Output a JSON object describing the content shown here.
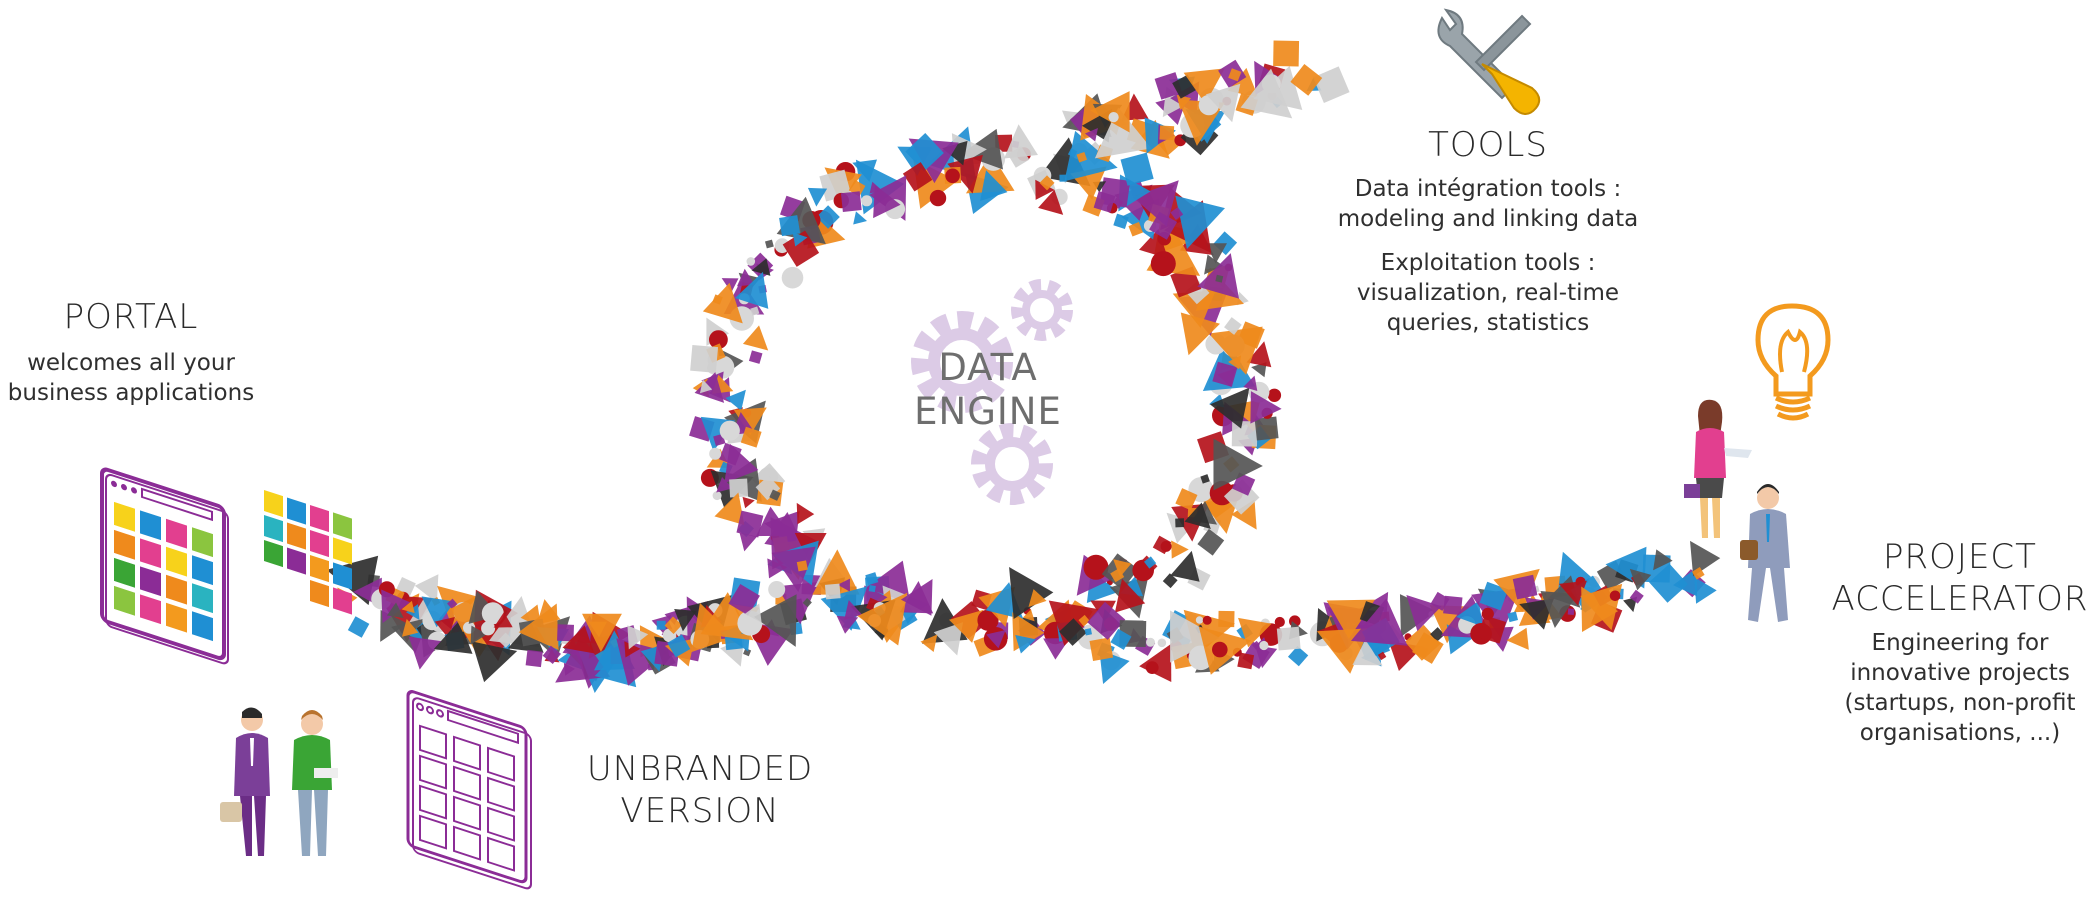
{
  "portal": {
    "title": "PORTAL",
    "description": [
      "welcomes all your",
      "business applications"
    ]
  },
  "unbranded": {
    "title": [
      "UNBRANDED",
      "VERSION"
    ]
  },
  "data_engine": {
    "title": [
      "DATA",
      "ENGINE"
    ]
  },
  "tools": {
    "title": "TOOLS",
    "integration": [
      "Data intégration tools :",
      "modeling and linking data"
    ],
    "exploitation": [
      "Exploitation tools :",
      "visualization, real-time",
      "queries, statistics"
    ]
  },
  "project_accelerator": {
    "title": [
      "PROJECT",
      "ACCELERATOR"
    ],
    "description": [
      "Engineering for",
      "innovative projects",
      "(startups, non-profit",
      "organisations, ...)"
    ]
  },
  "colors": {
    "purple": "#8b2c96",
    "orange": "#ef8a1c",
    "blue": "#1f8fd3",
    "red": "#b5121b",
    "grey": "#555555",
    "gear": "#d9c8e2",
    "bulb": "#f39a1e",
    "wrench": "#8f9aa0",
    "screwdriver_handle": "#f4b400"
  },
  "icons": [
    "portal-window-icon",
    "tile-grid-icon",
    "unbranded-window-icon",
    "gear-icon",
    "wrench-icon",
    "screwdriver-icon",
    "lightbulb-icon",
    "person-icon"
  ]
}
